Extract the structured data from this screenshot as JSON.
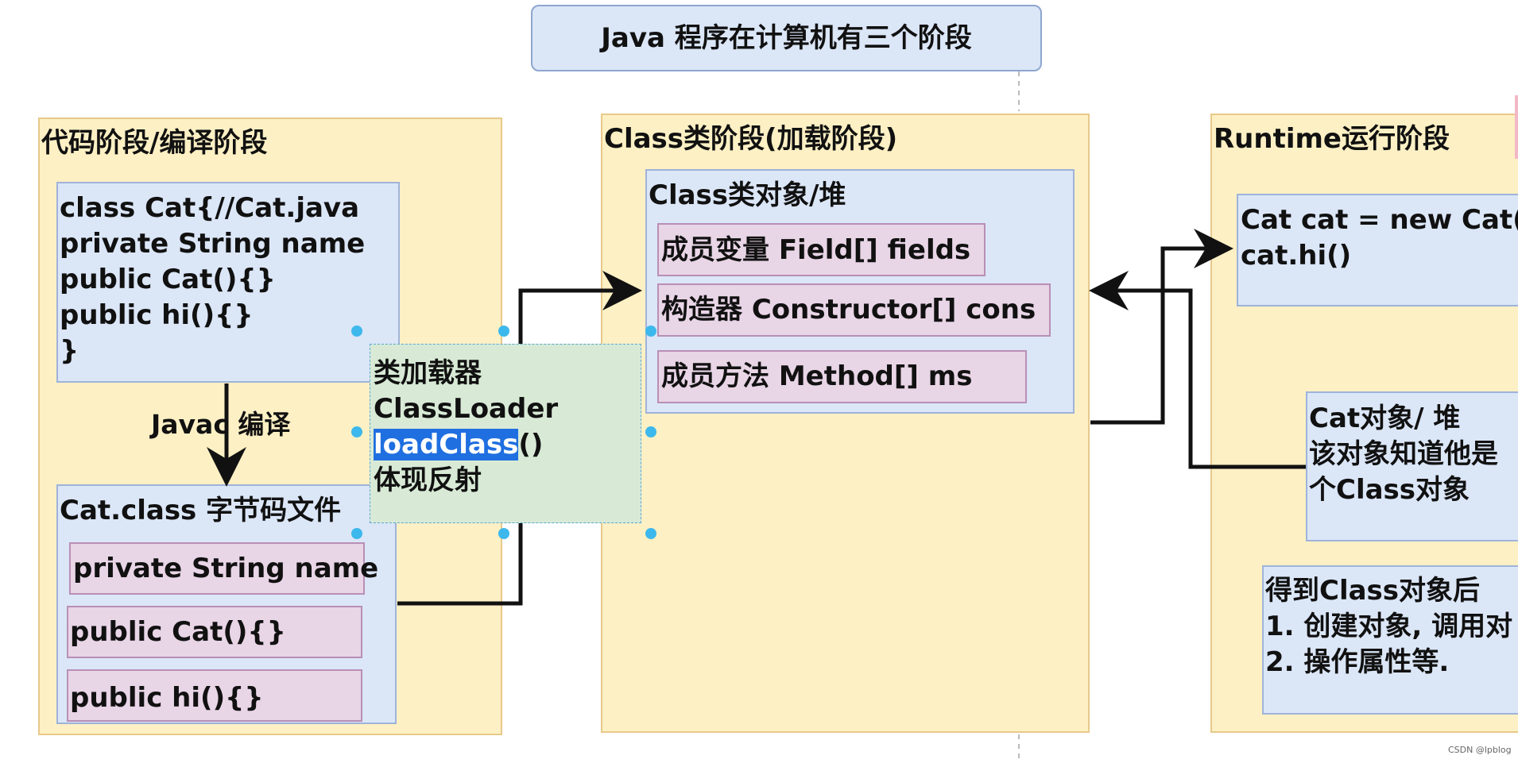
{
  "title": "Java 程序在计算机有三个阶段",
  "stage_code": {
    "heading": "代码阶段/编译阶段",
    "source_lines": [
      "class Cat{//Cat.java",
      "private String name",
      "public Cat(){}",
      "public hi(){}",
      "}"
    ],
    "compile_label": "Javac 编译",
    "bytecode_heading": "Cat.class 字节码文件",
    "bytecode_items": [
      "private String name",
      "public Cat(){}",
      "public hi(){}"
    ]
  },
  "classloader": {
    "line1": "类加载器",
    "line2": "ClassLoader",
    "line3_selected": "loadClass",
    "line3_rest": "()",
    "line4": "体现反射"
  },
  "stage_class": {
    "heading": "Class类阶段(加载阶段)",
    "object_heading": "Class类对象/堆",
    "members": [
      "成员变量 Field[] fields",
      "构造器 Constructor[] cons",
      "成员方法 Method[] ms"
    ]
  },
  "stage_runtime": {
    "heading": "Runtime运行阶段",
    "code_lines": [
      "Cat cat = new Cat()",
      "cat.hi()"
    ],
    "cat_object_lines": [
      "Cat对象/ 堆",
      "该对象知道他是",
      "个Class对象"
    ],
    "after_lines": [
      "得到Class对象后",
      "1. 创建对象, 调用对",
      "2. 操作属性等."
    ]
  },
  "credit": "CSDN @lpblog"
}
